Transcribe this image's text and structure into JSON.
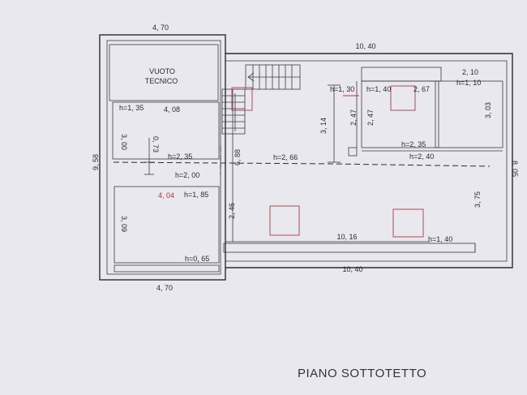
{
  "title": "PIANO SOTTOTETTO",
  "room_labels": {
    "vuoto_1": "VUOTO",
    "vuoto_2": "TECNICO"
  },
  "dimensions": {
    "top_left_width": "4, 70",
    "bottom_left_width": "4, 70",
    "top_right_width": "10, 40",
    "bottom_right_width": "10, 40",
    "left_height": "9, 58",
    "right_height": "8, 05",
    "small_room_width": "2, 10",
    "left_room_width": "4, 08",
    "lower_left_width": "4, 04",
    "inner_width": "10, 16",
    "v_3_00": "3, 00",
    "v_0_73": "0, 73",
    "v_3_09": "3, 09",
    "v_6_88": "6, 88",
    "v_2_46": "2, 46",
    "v_3_14": "3, 14",
    "v_2_47_a": "2, 47",
    "v_2_47_b": "2, 47",
    "v_2_67": "2, 67",
    "v_3_03": "3, 03",
    "v_3_75": "3, 75"
  },
  "heights": {
    "h_1_35": "h=1, 35",
    "h_2_35_left": "h=2, 35",
    "h_2_00": "h=2, 00",
    "h_1_85": "h=1, 85",
    "h_0_65": "h=0, 65",
    "h_2_66": "h=2, 66",
    "h_1_30": "h=1, 30",
    "h_1_40_top": "h=1, 40",
    "h_1_10": "h=1, 10",
    "h_2_35_right": "h=2, 35",
    "h_2_40": "h=2, 40",
    "h_1_40_bottom": "h=1, 40"
  },
  "colors": {
    "paper": "#e9e8ee",
    "ink": "#2b2b33",
    "red_annotation": "#b8303a"
  }
}
